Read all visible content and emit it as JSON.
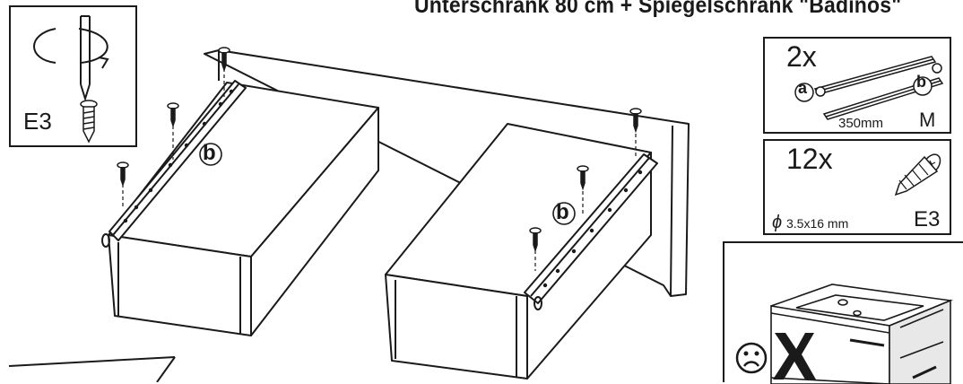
{
  "title": "Unterschrank 80 cm + Spiegelschrank \"Badinos\"",
  "tool_box": {
    "screw_code": "E3"
  },
  "slides_box": {
    "qty": "2x",
    "part_a": "a",
    "part_b": "b",
    "length": "350mm",
    "size": "M"
  },
  "screws_box": {
    "qty": "12x",
    "dimension": "3.5x16 mm",
    "diameter_symbol": "ϕ",
    "code": "E3"
  },
  "assembly": {
    "slide_label_left": "b",
    "slide_label_right": "b"
  }
}
